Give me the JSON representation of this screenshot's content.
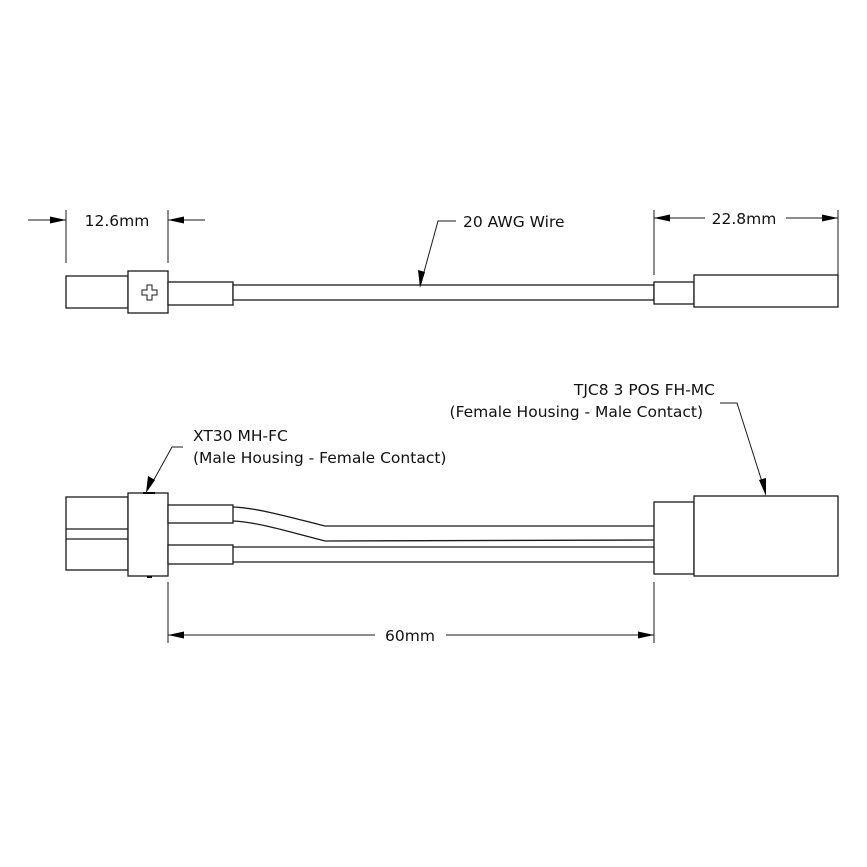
{
  "dimensions": {
    "xt30_length": "12.6mm",
    "tjc8_length": "22.8mm",
    "cable_length": "60mm"
  },
  "labels": {
    "wire": "20 AWG Wire",
    "tjc8_title": "TJC8 3 POS FH-MC",
    "tjc8_subtitle": "(Female Housing - Male Contact)",
    "xt30_title": "XT30 MH-FC",
    "xt30_subtitle": "(Male Housing - Female Contact)"
  },
  "colors": {
    "line": "#1a1a1a",
    "background": "#ffffff"
  }
}
